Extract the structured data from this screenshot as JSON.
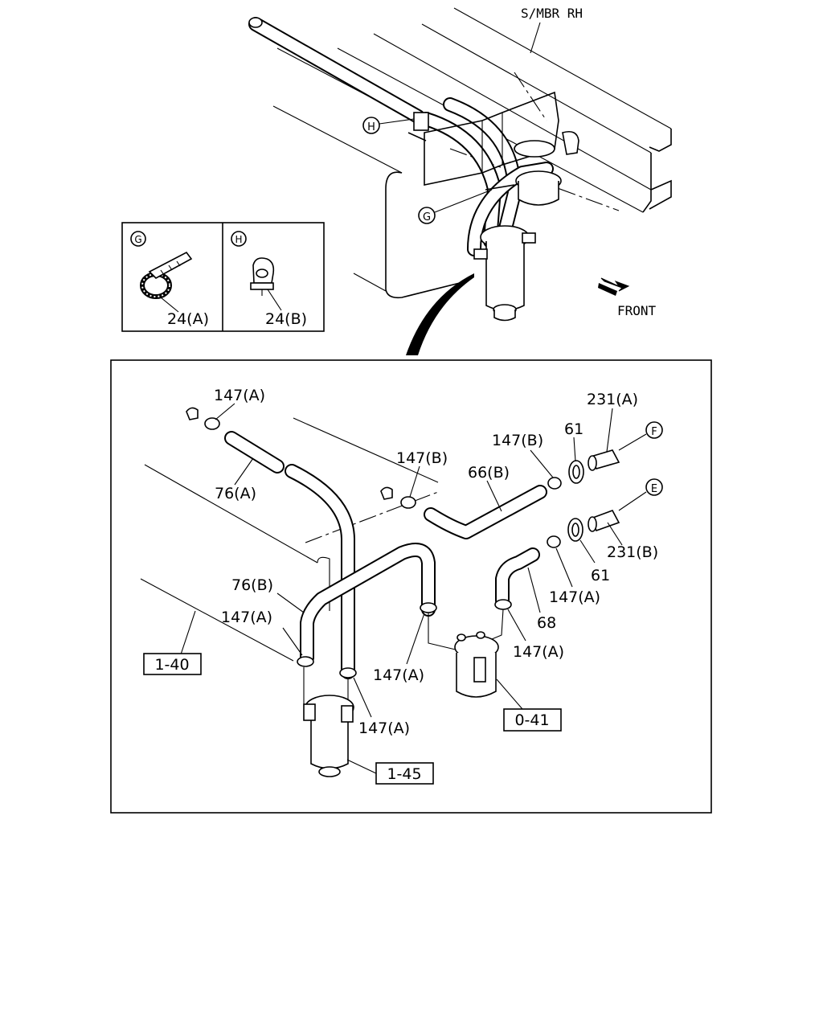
{
  "top_view": {
    "member_label": "S/MBR RH",
    "front_label": "FRONT",
    "callout_h": "H",
    "callout_g": "G"
  },
  "legend": {
    "g_letter": "G",
    "g_part": "24(A)",
    "h_letter": "H",
    "h_part": "24(B)"
  },
  "detail": {
    "clamp_top_left": "147(A)",
    "clamp_mid_top": "147(B)",
    "clamp_right_top": "147(B)",
    "hose_76a": "76(A)",
    "hose_76b": "76(B)",
    "hose_66b": "66(B)",
    "hose_68": "68",
    "pipe_231a": "231(A)",
    "pipe_231b": "231(B)",
    "clamp_61_upper": "61",
    "clamp_61_lower": "61",
    "circle_f": "F",
    "circle_e": "E",
    "clamp_147a_right": "147(A)",
    "clamp_147a_left": "147(A)",
    "clamp_147a_center": "147(A)",
    "clamp_147a_bottom": "147(A)",
    "clamp_147a_filter": "147(A)",
    "ref_1_40": "1-40",
    "ref_0_41": "0-41",
    "ref_1_45": "1-45"
  }
}
